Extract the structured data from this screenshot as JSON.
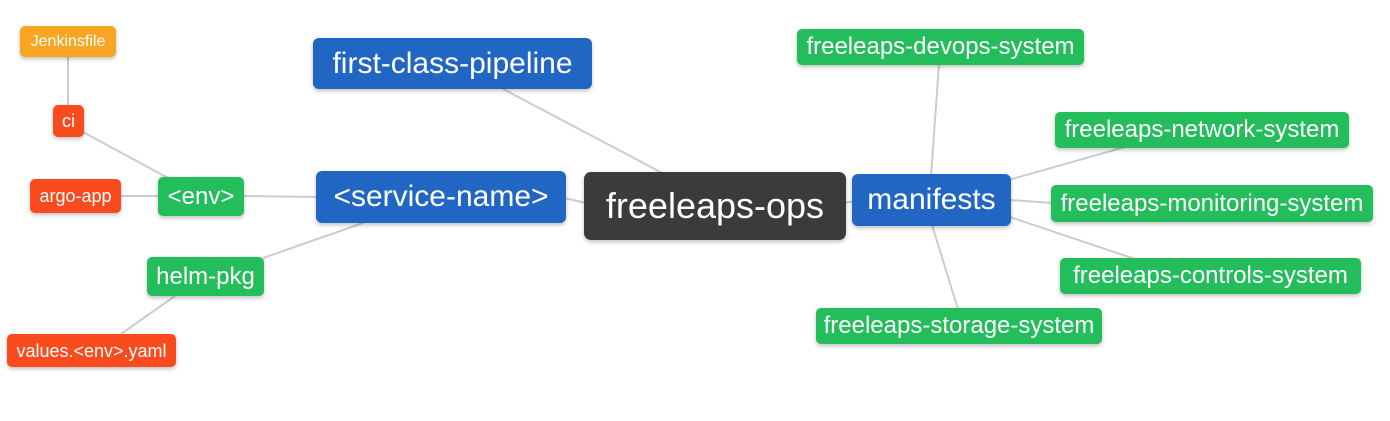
{
  "colors": {
    "background": "#ffffff",
    "edge": "#cccccc",
    "text": "#ffffff",
    "root": "#3b3b3b",
    "level1": "#2166c2",
    "level2": "#23be5b",
    "level3": "#f94b1d",
    "level4": "#f9a524"
  },
  "mindmap": {
    "root_label": "freeleaps-ops",
    "nodes": [
      {
        "id": "jenkinsfile",
        "label": "Jenkinsfile",
        "level": 4,
        "parent": "ci"
      },
      {
        "id": "ci",
        "label": "ci",
        "level": 3,
        "parent": "env"
      },
      {
        "id": "argo-app",
        "label": "argo-app",
        "level": 3,
        "parent": "env"
      },
      {
        "id": "env",
        "label": "<env>",
        "level": 2,
        "parent": "service-name"
      },
      {
        "id": "helm-pkg",
        "label": "helm-pkg",
        "level": 2,
        "parent": "service-name"
      },
      {
        "id": "values-env-yaml",
        "label": "values.<env>.yaml",
        "level": 3,
        "parent": "helm-pkg"
      },
      {
        "id": "first-class-pipeline",
        "label": "first-class-pipeline",
        "level": 1,
        "parent": "freeleaps-ops"
      },
      {
        "id": "service-name",
        "label": "<service-name>",
        "level": 1,
        "parent": "freeleaps-ops"
      },
      {
        "id": "freeleaps-ops",
        "label": "freeleaps-ops",
        "level": 0,
        "parent": null
      },
      {
        "id": "manifests",
        "label": "manifests",
        "level": 1,
        "parent": "freeleaps-ops"
      },
      {
        "id": "freeleaps-devops-system",
        "label": "freeleaps-devops-system",
        "level": 2,
        "parent": "manifests"
      },
      {
        "id": "freeleaps-network-system",
        "label": "freeleaps-network-system",
        "level": 2,
        "parent": "manifests"
      },
      {
        "id": "freeleaps-monitoring-system",
        "label": "freeleaps-monitoring-system",
        "level": 2,
        "parent": "manifests"
      },
      {
        "id": "freeleaps-controls-system",
        "label": "freeleaps-controls-system",
        "level": 2,
        "parent": "manifests"
      },
      {
        "id": "freeleaps-storage-system",
        "label": "freeleaps-storage-system",
        "level": 2,
        "parent": "manifests"
      }
    ],
    "edges": [
      {
        "from": "jenkinsfile",
        "to": "ci"
      },
      {
        "from": "ci",
        "to": "env"
      },
      {
        "from": "argo-app",
        "to": "env"
      },
      {
        "from": "env",
        "to": "service-name"
      },
      {
        "from": "helm-pkg",
        "to": "service-name"
      },
      {
        "from": "values-env-yaml",
        "to": "helm-pkg"
      },
      {
        "from": "service-name",
        "to": "freeleaps-ops"
      },
      {
        "from": "first-class-pipeline",
        "to": "freeleaps-ops"
      },
      {
        "from": "freeleaps-ops",
        "to": "manifests"
      },
      {
        "from": "manifests",
        "to": "freeleaps-devops-system"
      },
      {
        "from": "manifests",
        "to": "freeleaps-network-system"
      },
      {
        "from": "manifests",
        "to": "freeleaps-monitoring-system"
      },
      {
        "from": "manifests",
        "to": "freeleaps-controls-system"
      },
      {
        "from": "manifests",
        "to": "freeleaps-storage-system"
      }
    ]
  }
}
